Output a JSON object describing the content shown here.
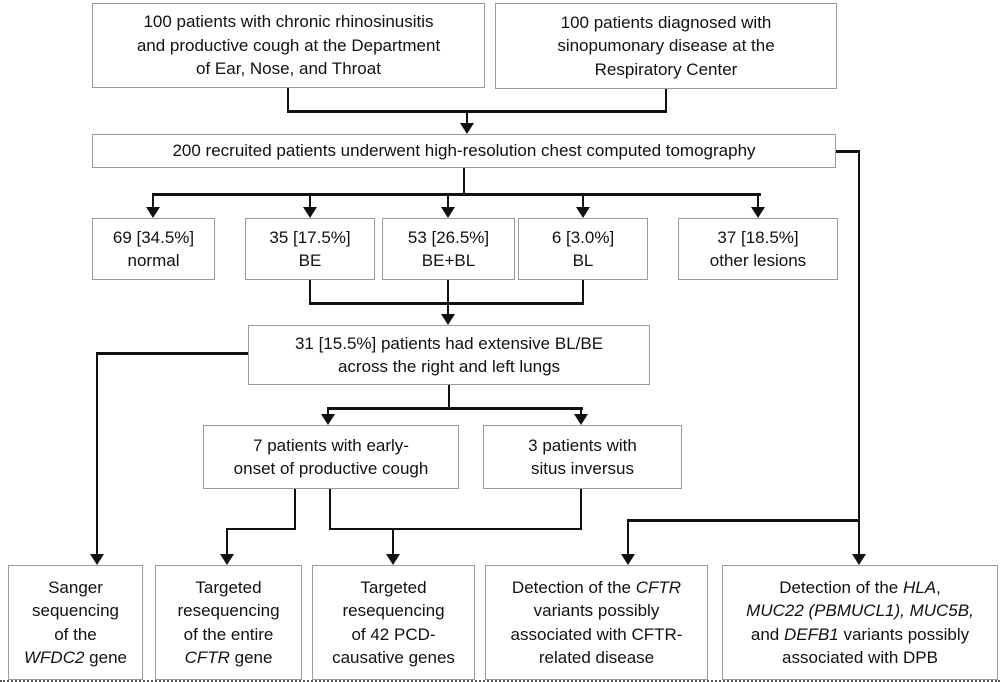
{
  "figure": {
    "type": "flowchart",
    "background_color": "#ffffff",
    "line_color": "#111111",
    "box_border_color": "#9a9a9a"
  },
  "boxes": {
    "top_left": {
      "lines": [
        [
          {
            "t": "100 patients with chronic rhinosinusitis"
          }
        ],
        [
          {
            "t": "and productive cough at the Department"
          }
        ],
        [
          {
            "t": "of Ear, Nose, and Throat"
          }
        ]
      ]
    },
    "top_right": {
      "lines": [
        [
          {
            "t": "100 patients diagnosed with"
          }
        ],
        [
          {
            "t": "sinopumonary disease at the"
          }
        ],
        [
          {
            "t": "Respiratory Center"
          }
        ]
      ]
    },
    "hrct": {
      "lines": [
        [
          {
            "t": "200 recruited patients underwent high-resolution chest computed tomography"
          }
        ]
      ]
    },
    "normal": {
      "lines": [
        [
          {
            "t": "69 [34.5%]"
          }
        ],
        [
          {
            "t": "normal"
          }
        ]
      ]
    },
    "be": {
      "lines": [
        [
          {
            "t": "35 [17.5%]"
          }
        ],
        [
          {
            "t": "BE"
          }
        ]
      ]
    },
    "bebl": {
      "lines": [
        [
          {
            "t": "53 [26.5%]"
          }
        ],
        [
          {
            "t": "BE+BL"
          }
        ]
      ]
    },
    "bl": {
      "lines": [
        [
          {
            "t": "6 [3.0%]"
          }
        ],
        [
          {
            "t": "BL"
          }
        ]
      ]
    },
    "other": {
      "lines": [
        [
          {
            "t": "37 [18.5%]"
          }
        ],
        [
          {
            "t": "other lesions"
          }
        ]
      ]
    },
    "extensive": {
      "lines": [
        [
          {
            "t": "31 [15.5%] patients had extensive BL/BE"
          }
        ],
        [
          {
            "t": "across the right and left lungs"
          }
        ]
      ]
    },
    "early_onset": {
      "lines": [
        [
          {
            "t": "7 patients with early-"
          }
        ],
        [
          {
            "t": "onset of productive cough"
          }
        ]
      ]
    },
    "situs": {
      "lines": [
        [
          {
            "t": "3 patients with"
          }
        ],
        [
          {
            "t": "situs inversus"
          }
        ]
      ]
    },
    "sanger": {
      "lines": [
        [
          {
            "t": "Sanger"
          }
        ],
        [
          {
            "t": "sequencing"
          }
        ],
        [
          {
            "t": "of the"
          }
        ],
        [
          {
            "t": "WFDC2",
            "i": true
          },
          {
            "t": " gene"
          }
        ]
      ]
    },
    "cftr_gene": {
      "lines": [
        [
          {
            "t": "Targeted"
          }
        ],
        [
          {
            "t": "resequencing"
          }
        ],
        [
          {
            "t": "of the entire"
          }
        ],
        [
          {
            "t": "CFTR",
            "i": true
          },
          {
            "t": " gene"
          }
        ]
      ]
    },
    "pcd": {
      "lines": [
        [
          {
            "t": "Targeted"
          }
        ],
        [
          {
            "t": "resequencing"
          }
        ],
        [
          {
            "t": "of 42 PCD-"
          }
        ],
        [
          {
            "t": "causative genes"
          }
        ]
      ]
    },
    "cftr_variants": {
      "lines": [
        [
          {
            "t": "Detection of the "
          },
          {
            "t": "CFTR",
            "i": true
          }
        ],
        [
          {
            "t": "variants possibly"
          }
        ],
        [
          {
            "t": "associated with CFTR-"
          }
        ],
        [
          {
            "t": "related disease"
          }
        ]
      ]
    },
    "dpb": {
      "lines": [
        [
          {
            "t": "Detection of the "
          },
          {
            "t": "HLA",
            "i": true
          },
          {
            "t": ","
          }
        ],
        [
          {
            "t": "MUC22 (PBMUCL1), MUC5B,",
            "i": true
          }
        ],
        [
          {
            "t": "and "
          },
          {
            "t": "DEFB1",
            "i": true
          },
          {
            "t": " variants possibly"
          }
        ],
        [
          {
            "t": "associated with DPB"
          }
        ]
      ]
    }
  }
}
